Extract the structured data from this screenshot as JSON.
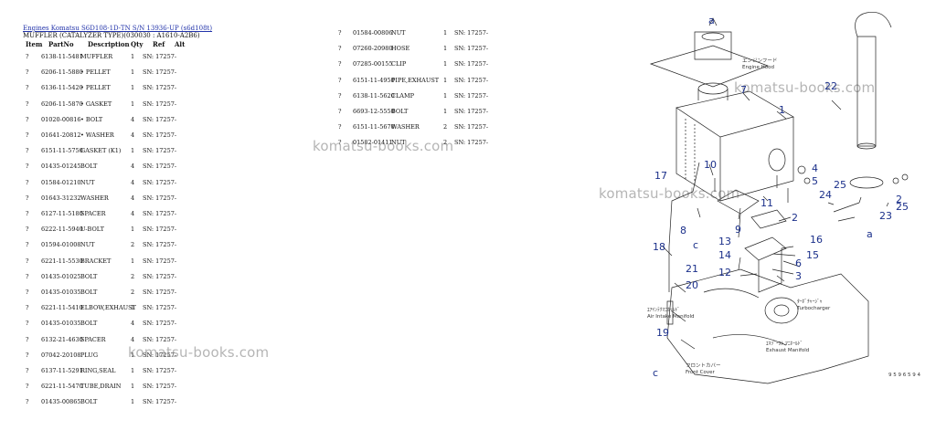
{
  "header": {
    "link": "Engines Komatsu S6D108-1D-TN S/N 13936-UP (s6d108t)",
    "subtitle": "MUFFLER (CATALYZER TYPE)(030030 : A1610-A2B6)"
  },
  "columns": [
    "Item",
    "PartNo",
    "Description",
    "Qty",
    "Ref",
    "Alt"
  ],
  "left_parts": [
    {
      "item": "?",
      "part": "6138-11-5481",
      "desc": "MUFFLER",
      "qty": "1",
      "sn": "SN: 17257-"
    },
    {
      "item": "?",
      "part": "6206-11-5880",
      "desc": "• PELLET",
      "qty": "1",
      "sn": "SN: 17257-"
    },
    {
      "item": "?",
      "part": "6136-11-5420",
      "desc": "• PELLET",
      "qty": "1",
      "sn": "SN: 17257-"
    },
    {
      "item": "?",
      "part": "6206-11-5870",
      "desc": "• GASKET",
      "qty": "1",
      "sn": "SN: 17257-"
    },
    {
      "item": "?",
      "part": "01020-00816",
      "desc": "• BOLT",
      "qty": "4",
      "sn": "SN: 17257-"
    },
    {
      "item": "?",
      "part": "01641-20812",
      "desc": "• WASHER",
      "qty": "4",
      "sn": "SN: 17257-"
    },
    {
      "item": "?",
      "part": "6151-11-5750",
      "desc": "GASKET (K1)",
      "qty": "1",
      "sn": "SN: 17257-"
    },
    {
      "item": "?",
      "part": "01435-01245",
      "desc": "BOLT",
      "qty": "4",
      "sn": "SN: 17257-"
    },
    {
      "item": "?",
      "part": "01584-01210",
      "desc": "NUT",
      "qty": "4",
      "sn": "SN: 17257-"
    },
    {
      "item": "?",
      "part": "01643-31232",
      "desc": "WASHER",
      "qty": "4",
      "sn": "SN: 17257-"
    },
    {
      "item": "?",
      "part": "6127-11-5180",
      "desc": "SPACER",
      "qty": "4",
      "sn": "SN: 17257-"
    },
    {
      "item": "?",
      "part": "6222-11-5940",
      "desc": "U-BOLT",
      "qty": "1",
      "sn": "SN: 17257-"
    },
    {
      "item": "?",
      "part": "01594-01008",
      "desc": "NUT",
      "qty": "2",
      "sn": "SN: 17257-"
    },
    {
      "item": "?",
      "part": "6221-11-5530",
      "desc": "BRACKET",
      "qty": "1",
      "sn": "SN: 17257-"
    },
    {
      "item": "?",
      "part": "01435-01025",
      "desc": "BOLT",
      "qty": "2",
      "sn": "SN: 17257-"
    },
    {
      "item": "?",
      "part": "01435-01035",
      "desc": "BOLT",
      "qty": "2",
      "sn": "SN: 17257-"
    },
    {
      "item": "?",
      "part": "6221-11-5410",
      "desc": "ELBOW,EXHAUST",
      "qty": "1",
      "sn": "SN: 17257-"
    },
    {
      "item": "?",
      "part": "01435-01035",
      "desc": "BOLT",
      "qty": "4",
      "sn": "SN: 17257-"
    },
    {
      "item": "?",
      "part": "6132-21-4630",
      "desc": "SPACER",
      "qty": "4",
      "sn": "SN: 17257-"
    },
    {
      "item": "?",
      "part": "07042-20108",
      "desc": "PLUG",
      "qty": "1",
      "sn": "SN: 17257-"
    },
    {
      "item": "?",
      "part": "6137-11-5291",
      "desc": "RING,SEAL",
      "qty": "1",
      "sn": "SN: 17257-"
    },
    {
      "item": "?",
      "part": "6221-11-5470",
      "desc": "TUBE,DRAIN",
      "qty": "1",
      "sn": "SN: 17257-"
    },
    {
      "item": "?",
      "part": "01435-00865",
      "desc": "BOLT",
      "qty": "1",
      "sn": "SN: 17257-"
    }
  ],
  "right_parts": [
    {
      "item": "?",
      "part": "01584-00806",
      "desc": "NUT",
      "qty": "1",
      "sn": "SN: 17257-"
    },
    {
      "item": "?",
      "part": "07260-20980",
      "desc": "HOSE",
      "qty": "1",
      "sn": "SN: 17257-"
    },
    {
      "item": "?",
      "part": "07285-00155",
      "desc": "CLIP",
      "qty": "1",
      "sn": "SN: 17257-"
    },
    {
      "item": "?",
      "part": "6151-11-4950",
      "desc": "PIPE,EXHAUST",
      "qty": "1",
      "sn": "SN: 17257-"
    },
    {
      "item": "?",
      "part": "6138-11-5620",
      "desc": "CLAMP",
      "qty": "1",
      "sn": "SN: 17257-"
    },
    {
      "item": "?",
      "part": "6693-12-5550",
      "desc": "BOLT",
      "qty": "1",
      "sn": "SN: 17257-"
    },
    {
      "item": "?",
      "part": "6151-11-5670",
      "desc": "WASHER",
      "qty": "2",
      "sn": "SN: 17257-"
    },
    {
      "item": "?",
      "part": "01582-01411",
      "desc": "NUT",
      "qty": "2",
      "sn": "SN: 17257-"
    }
  ],
  "watermark": "komatsu-books.com",
  "diagram": {
    "callouts": [
      "1",
      "2",
      "2",
      "3",
      "4",
      "5",
      "6",
      "7",
      "8",
      "9",
      "10",
      "11",
      "12",
      "13",
      "14",
      "15",
      "16",
      "17",
      "18",
      "19",
      "20",
      "21",
      "22",
      "23",
      "24",
      "25",
      "25",
      "a",
      "a",
      "c",
      "c"
    ],
    "jp_labels": {
      "hood": "エンジンフード",
      "hood_en": "Engine Hood",
      "intake": "ｴｱｲﾝﾃｸﾏﾆﾎｰﾙﾄﾞ",
      "intake_en": "Air Intake Manifold",
      "turbo": "ﾀｰﾎﾞﾁｬｰｼﾞｬ",
      "turbo_en": "Turbocharger",
      "exhaust": "ｴｷｿﾞｰｽﾄ ﾏﾆﾎｰﾙﾄﾞ",
      "exhaust_en": "Exhaust Manifold",
      "front": "フロントカバー",
      "front_en": "Front Cover"
    },
    "code": "9 5 9 6 5 9 4"
  }
}
